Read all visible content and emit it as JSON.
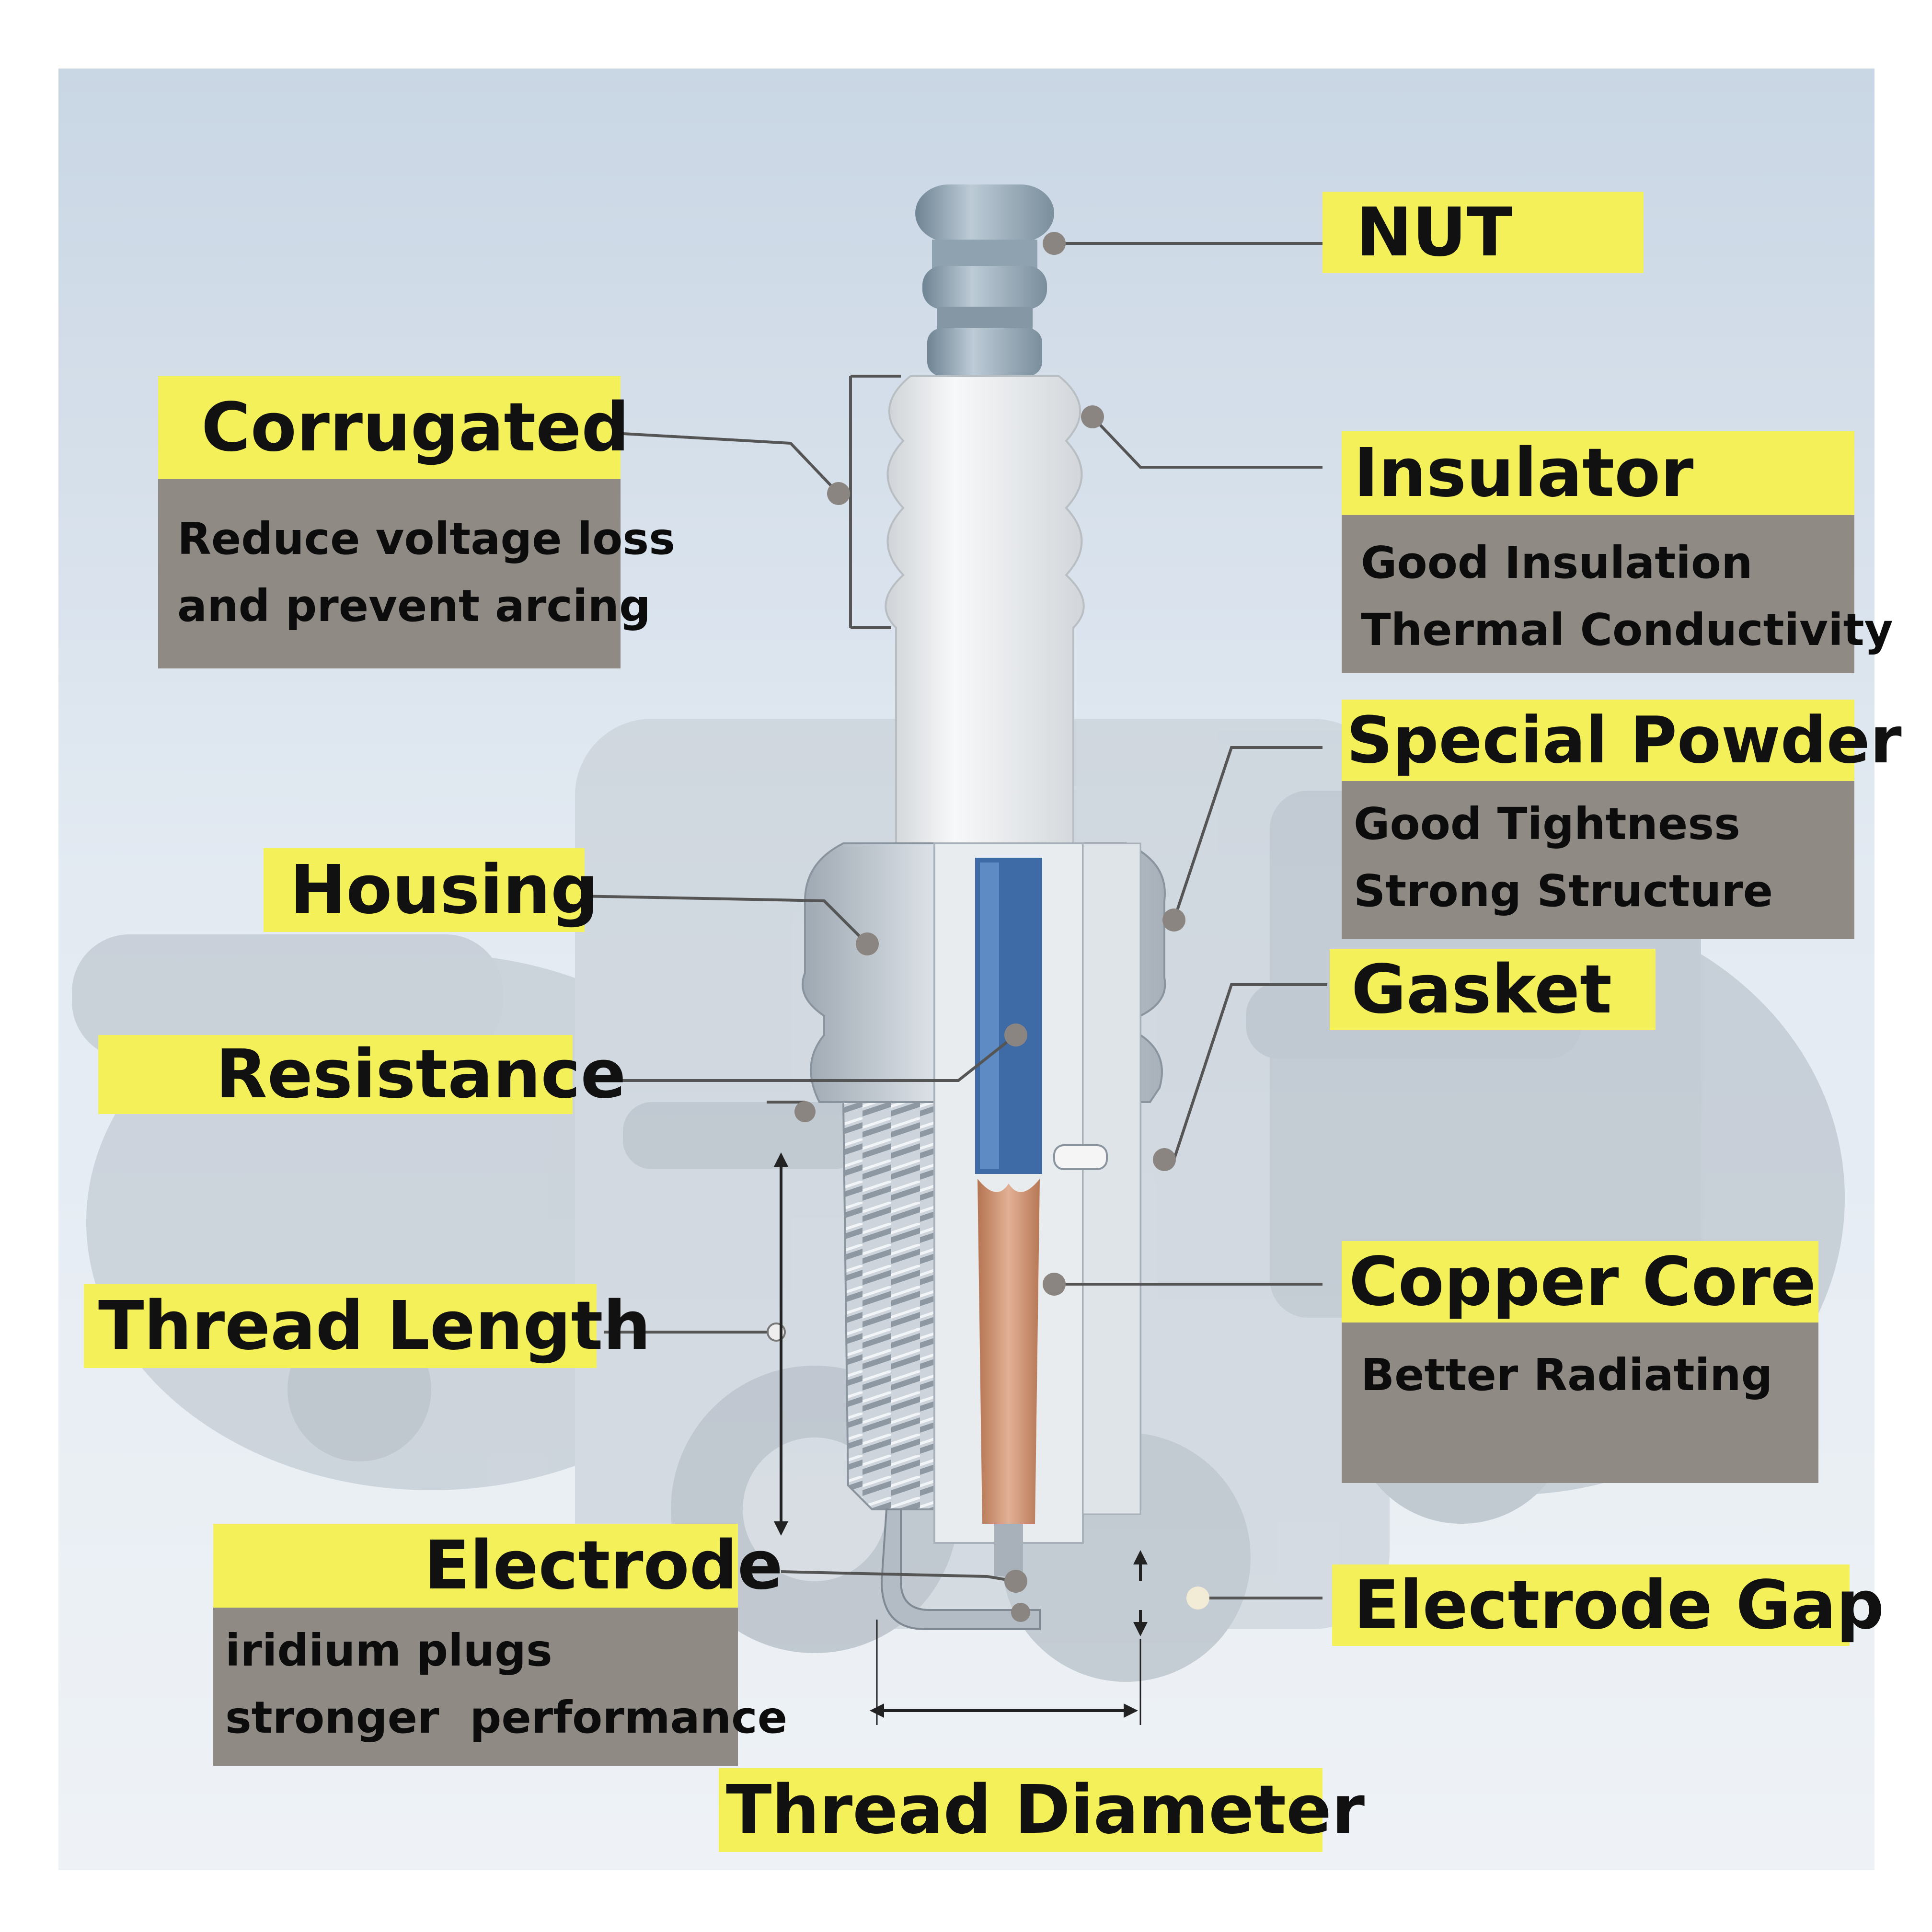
{
  "colors": {
    "label_bg": "#f4f05a",
    "desc_bg": "#908a85",
    "leader_line": "#555555",
    "copper_core": "#c78a66",
    "resistance": "#3e6aa6",
    "insulator": "#ecedee"
  },
  "labels": {
    "nut": "NUT",
    "corrugated": "Corrugated",
    "insulator": "Insulator",
    "special_powder": "Special Powder",
    "housing": "Housing",
    "gasket": "Gasket",
    "resistance": "Resistance",
    "copper_core": "Copper Core",
    "thread_length": "Thread Length",
    "electrode": "Electrode",
    "electrode_gap": "Electrode Gap",
    "thread_diameter": "Thread Diameter"
  },
  "descriptions": {
    "corrugated": [
      "Reduce voltage loss",
      "and prevent arcing"
    ],
    "insulator": [
      "Good Insulation",
      "Thermal Conductivity"
    ],
    "special_powder": [
      "Good Tightness",
      "Strong Structure"
    ],
    "copper_core": [
      "Better Radiating"
    ],
    "electrode": [
      "iridium plugs",
      "stronger  performance"
    ]
  }
}
